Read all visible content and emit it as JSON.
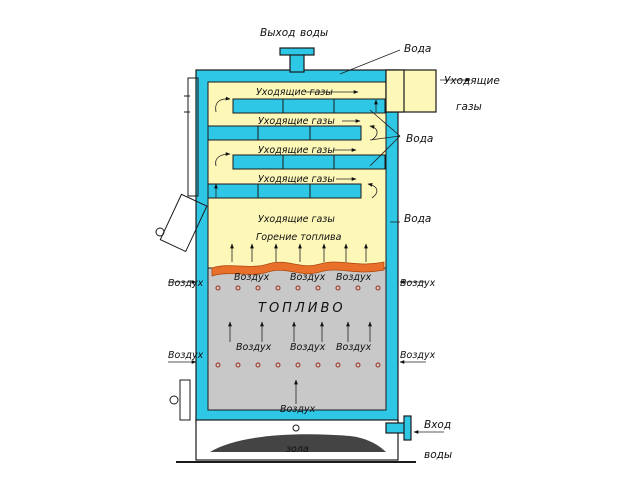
{
  "colors": {
    "water": "#2ec7e6",
    "gas_zone": "#fdf7b8",
    "fuel_zone": "#c8c8c8",
    "flame": "#e8702a",
    "ash": "#444444",
    "outline": "#1a1a1a",
    "background": "#ffffff"
  },
  "labels": {
    "water_outlet_top": "Выход",
    "water_outlet_bottom": "воды",
    "water_top": "Вода",
    "water_mid": "Вода",
    "water_right": "Вода",
    "exhaust_out_top": "Уходящие",
    "exhaust_out_bottom": "газы",
    "flue_gas": "Уходящие газы",
    "combustion": "Горение топлива",
    "air": "Воздух",
    "fuel": "ТОПЛИВО",
    "ash": "зола",
    "water_inlet_top": "Вход",
    "water_inlet_bottom": "воды"
  },
  "icons": {
    "flow_arrow": "arrow-up-icon",
    "air_arrow": "arrow-right-icon",
    "air_hole": "circle-icon"
  }
}
